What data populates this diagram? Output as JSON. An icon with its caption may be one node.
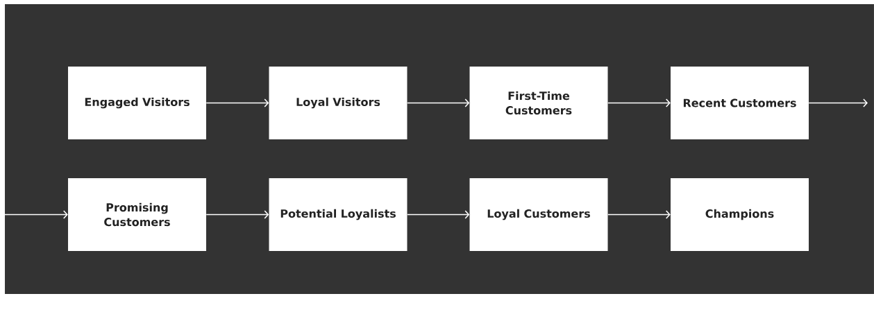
{
  "diagram": {
    "nodes": [
      {
        "text": [
          "Engaged Visitors"
        ]
      },
      {
        "text": [
          "Loyal Visitors"
        ]
      },
      {
        "text": [
          "First-Time Customers"
        ]
      },
      {
        "text": [
          "Recent Customers"
        ]
      },
      {
        "text": [
          "Promising Customers"
        ]
      },
      {
        "text": [
          "Potential Loyalists"
        ]
      },
      {
        "text": [
          "Loyal Customers"
        ]
      },
      {
        "text": [
          "Champions"
        ]
      }
    ],
    "edges": [
      {
        "from": 0,
        "to": 1,
        "arrow": "to"
      },
      {
        "from": 1,
        "to": 2,
        "arrow": "to"
      },
      {
        "from": 2,
        "to": 3,
        "arrow": "to"
      },
      {
        "from": 3,
        "to": null,
        "arrow": "to"
      },
      {
        "from": null,
        "to": 4,
        "arrow": "to"
      },
      {
        "from": 4,
        "to": 5,
        "arrow": "to"
      },
      {
        "from": 5,
        "to": 6,
        "arrow": "to"
      },
      {
        "from": 6,
        "to": 7,
        "arrow": "to"
      }
    ]
  }
}
